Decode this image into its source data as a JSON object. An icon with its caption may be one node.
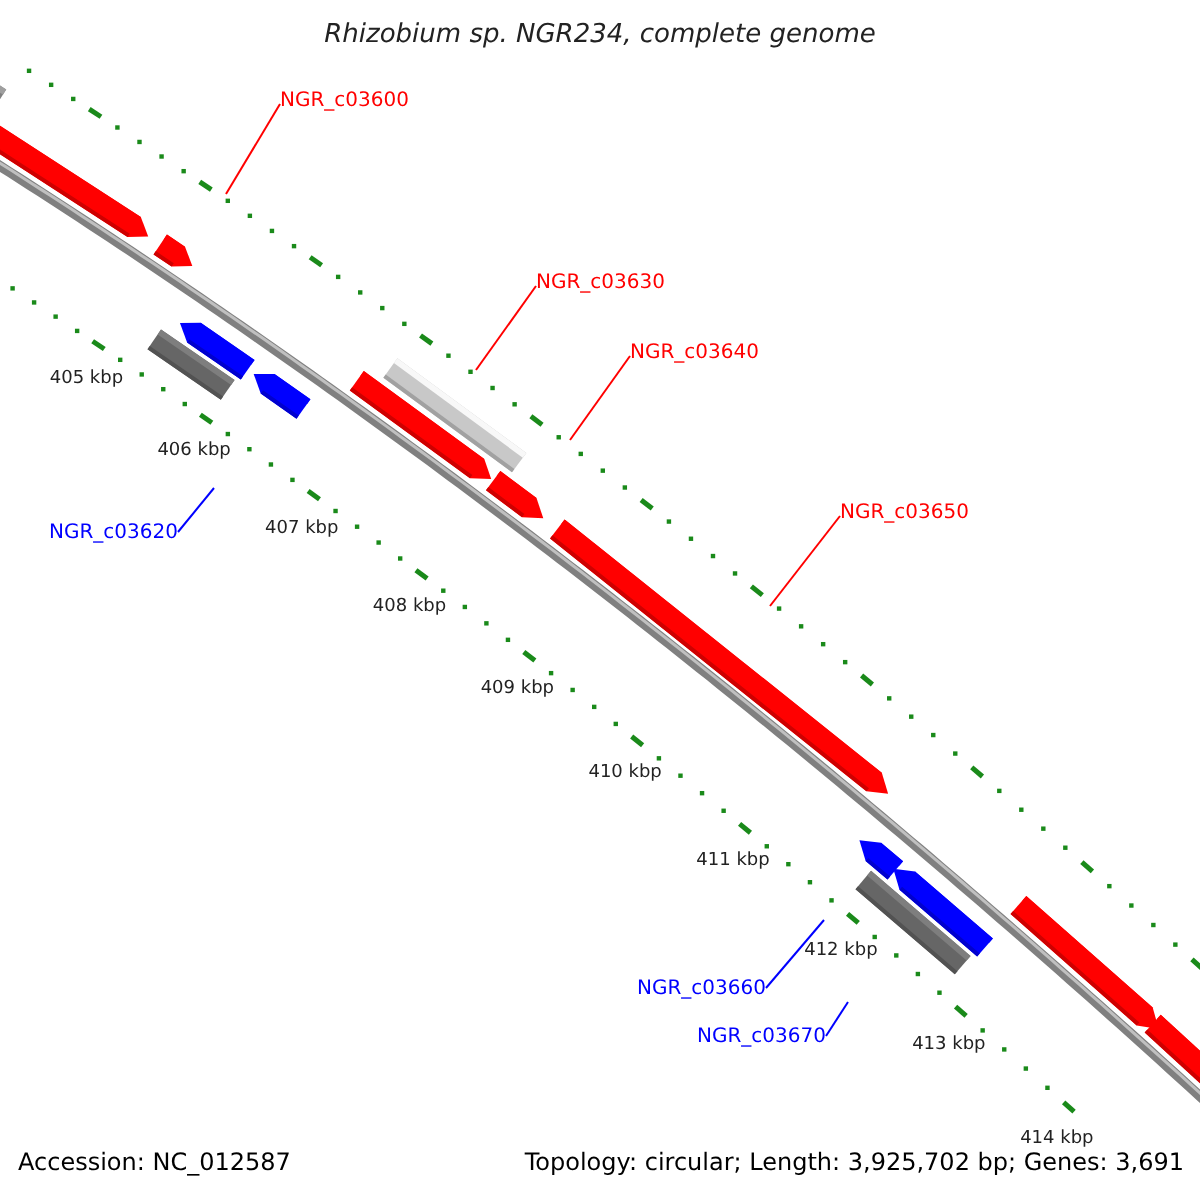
{
  "diagram": {
    "title": "Rhizobium sp. NGR234, complete genome",
    "nodes": [
      {
        "text": [
          "NGR_c03600"
        ]
      },
      {
        "text": [
          "NGR_c03630"
        ]
      },
      {
        "text": [
          "NGR_c03640"
        ]
      },
      {
        "text": [
          "NGR_c03650"
        ]
      },
      {
        "text": [
          "NGR_c03620"
        ]
      },
      {
        "text": [
          "NGR_c03660"
        ]
      },
      {
        "text": [
          "NGR_c03670"
        ]
      }
    ],
    "edges": [
      {
        "from": 0,
        "to": null,
        "arrow": "none"
      },
      {
        "from": 1,
        "to": null,
        "arrow": "none"
      },
      {
        "from": 2,
        "to": null,
        "arrow": "none"
      },
      {
        "from": 3,
        "to": null,
        "arrow": "none"
      },
      {
        "from": 4,
        "to": null,
        "arrow": "none",
        "color": "#0000ff"
      },
      {
        "from": 5,
        "to": null,
        "arrow": "none",
        "color": "#0000ff"
      },
      {
        "from": 6,
        "to": null,
        "arrow": "none",
        "color": "#0000ff"
      }
    ],
    "labels": [
      "405 kbp",
      "406 kbp",
      "407 kbp",
      "408 kbp",
      "409 kbp",
      "410 kbp",
      "411 kbp",
      "412 kbp",
      "413 kbp",
      "414 kbp",
      "Accession: NC_012587",
      "Topology: circular; Length: 3,925,702 bp; Genes: 3,691"
    ]
  }
}
